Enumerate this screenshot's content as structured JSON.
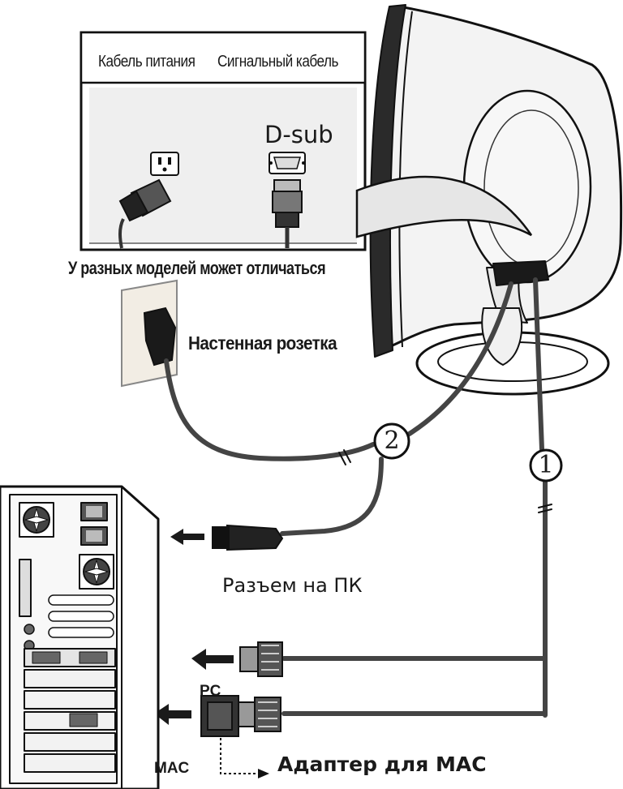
{
  "inset": {
    "header_power": "Кабель питания",
    "header_signal": "Сигнальный кабель",
    "connector_name": "D-sub"
  },
  "labels": {
    "note": "У разных моделей может отличаться",
    "wall_outlet": "Настенная розетка",
    "pc_connector": "Разъем на ПК",
    "pc": "PC",
    "mac": "MAC",
    "mac_adapter": "Адаптер для MAC"
  },
  "callouts": {
    "one": "1",
    "two": "2"
  }
}
